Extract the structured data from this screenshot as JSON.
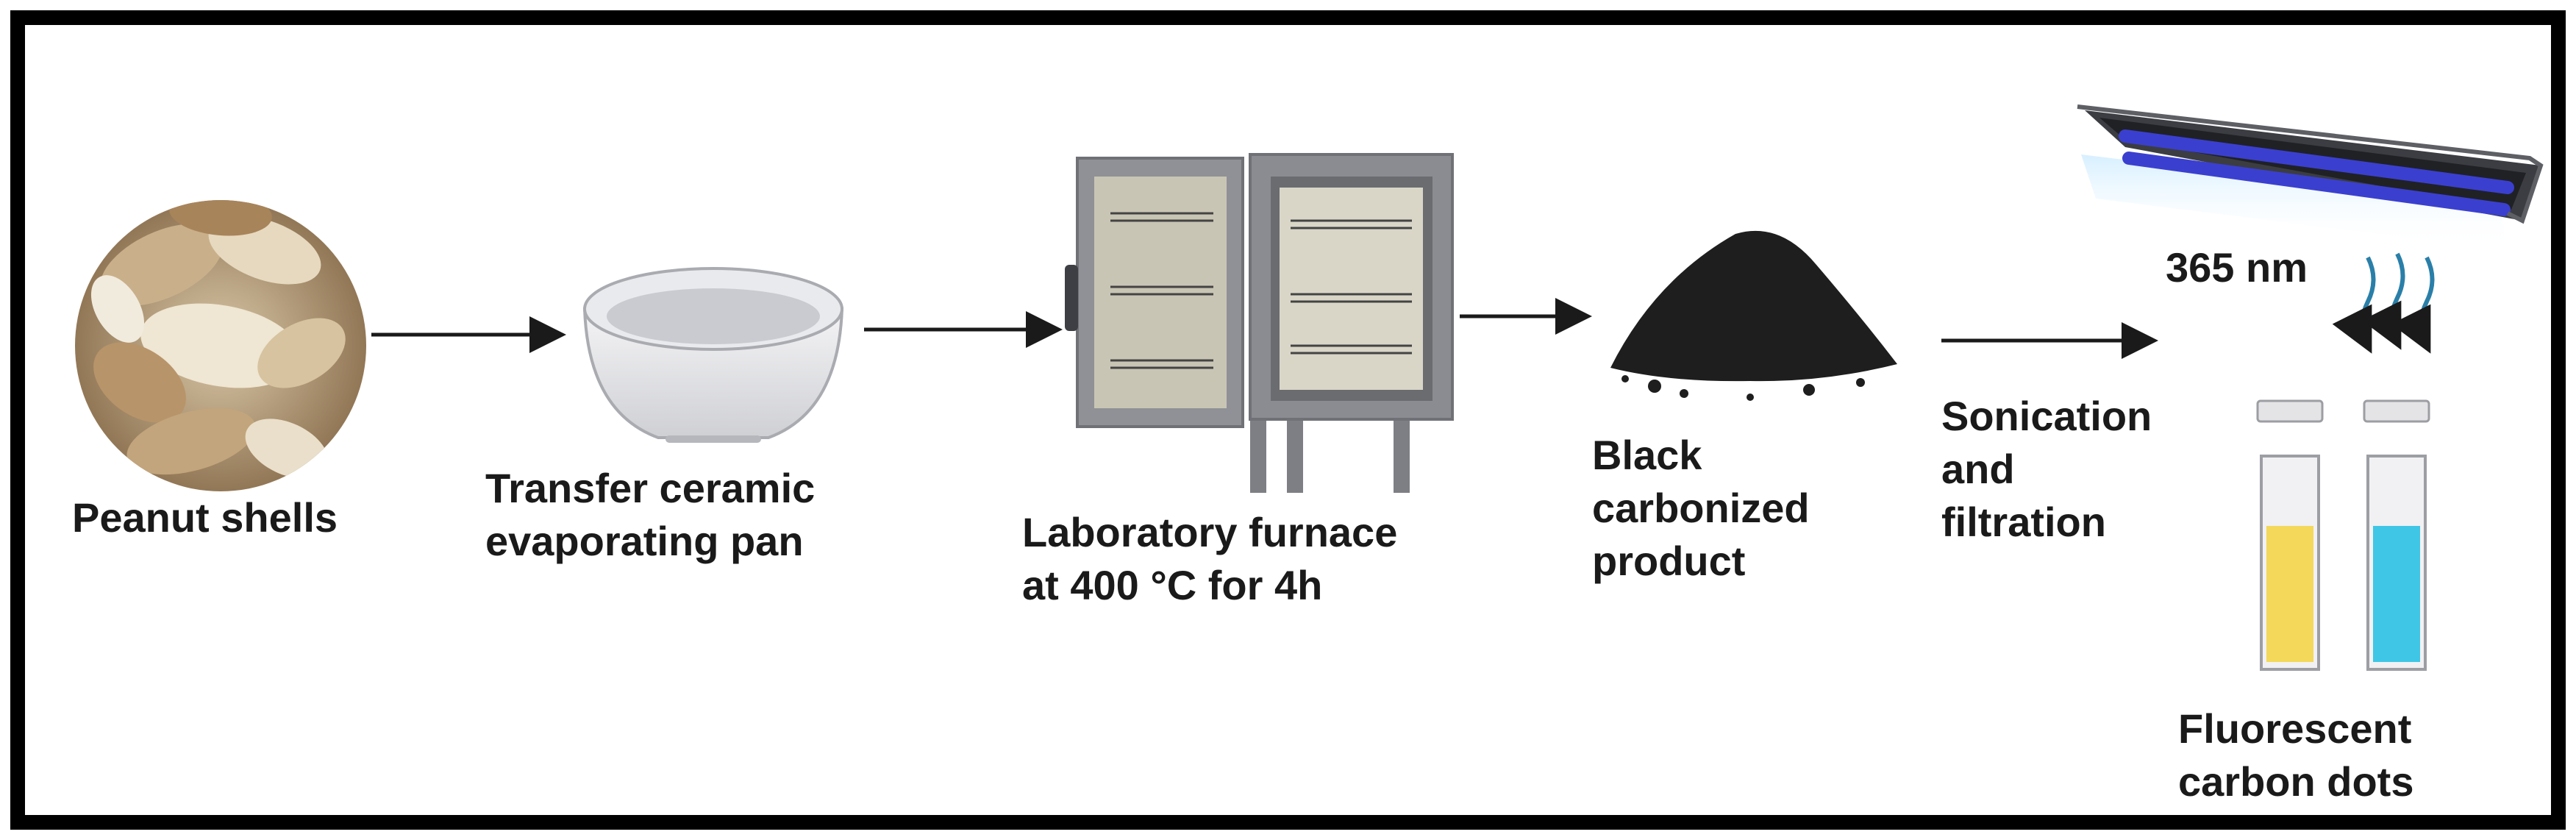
{
  "steps": [
    {
      "id": "peanut",
      "lines": [
        "Peanut shells"
      ]
    },
    {
      "id": "pan",
      "lines": [
        "Transfer ceramic",
        "evaporating pan"
      ]
    },
    {
      "id": "furnace",
      "lines": [
        "Laboratory furnace",
        "at 400 °C for 4h"
      ]
    },
    {
      "id": "carbon",
      "lines": [
        "Black",
        "carbonized",
        "product"
      ]
    },
    {
      "id": "sonication",
      "lines": [
        "Sonication",
        "and",
        "filtration"
      ]
    },
    {
      "id": "dots",
      "lines": [
        "Fluorescent",
        "carbon dots"
      ]
    }
  ],
  "uv_lamp": {
    "wavelength": "365 nm"
  },
  "colors": {
    "border": "#000000",
    "arrow": "#1a1a1a",
    "uv_tube": "#3b3fcf",
    "cuvette_yellow": "#f3d85a",
    "cuvette_cyan": "#3fc6e6",
    "powder": "#1e1e1e",
    "bowl": "#e6e7ea",
    "furnace_body": "#8a8c91"
  }
}
